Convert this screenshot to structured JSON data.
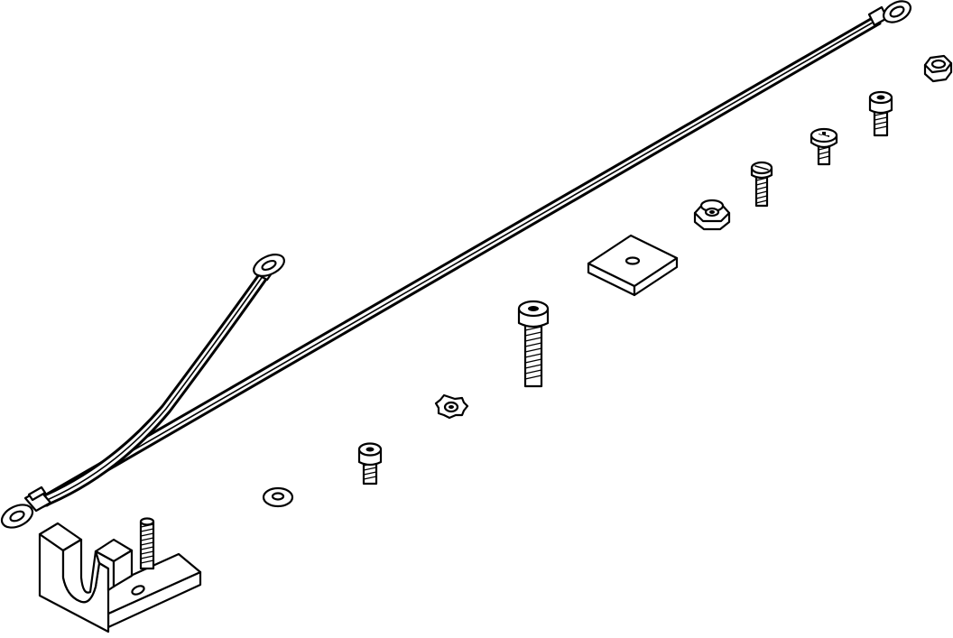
{
  "drawing": {
    "type": "exploded-assembly-line-drawing",
    "background": "#ffffff",
    "stroke_color": "#000000",
    "components": [
      {
        "id": "earthing-cable-long",
        "kind": "cable with ring terminals"
      },
      {
        "id": "earthing-cable-short",
        "kind": "cable with ring terminal"
      },
      {
        "id": "mounting-bracket",
        "kind": "bracket with stud"
      },
      {
        "id": "washer",
        "kind": "flat washer"
      },
      {
        "id": "socket-screw-small",
        "kind": "socket head screw"
      },
      {
        "id": "serrated-lock-washer",
        "kind": "toothed lock washer"
      },
      {
        "id": "socket-screw-long",
        "kind": "socket head screw"
      },
      {
        "id": "square-plate",
        "kind": "square plate with hole"
      },
      {
        "id": "lock-nut",
        "kind": "hex lock nut"
      },
      {
        "id": "slotted-screw",
        "kind": "cheese head screw"
      },
      {
        "id": "pan-head-screw",
        "kind": "cross recess screw"
      },
      {
        "id": "socket-screw-top",
        "kind": "socket head screw"
      },
      {
        "id": "hex-nut",
        "kind": "hex nut"
      }
    ]
  }
}
